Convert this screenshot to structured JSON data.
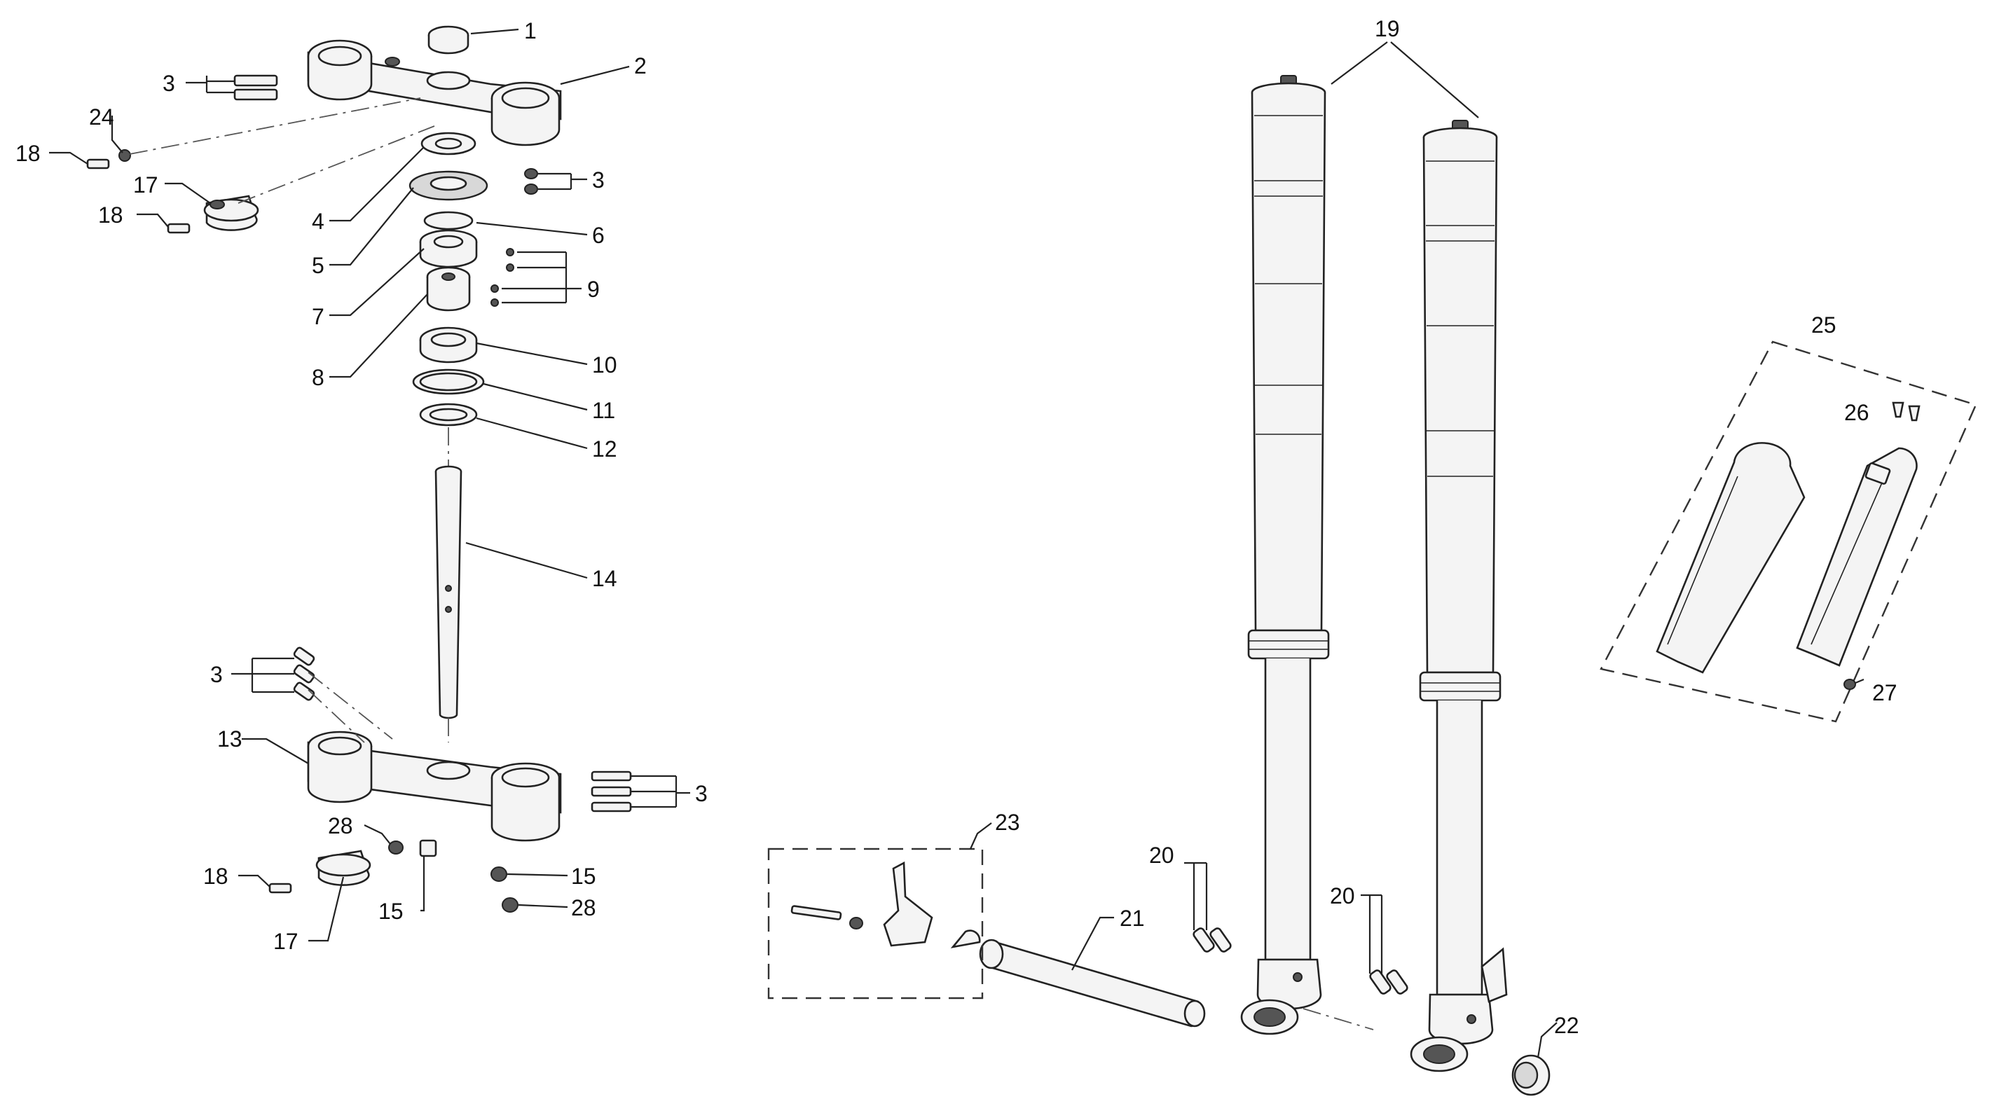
{
  "diagram": {
    "callouts": [
      {
        "label": "1"
      },
      {
        "label": "2"
      },
      {
        "label": "3"
      },
      {
        "label": "3"
      },
      {
        "label": "24"
      },
      {
        "label": "18"
      },
      {
        "label": "17"
      },
      {
        "label": "18"
      },
      {
        "label": "4"
      },
      {
        "label": "5"
      },
      {
        "label": "6"
      },
      {
        "label": "7"
      },
      {
        "label": "9"
      },
      {
        "label": "8"
      },
      {
        "label": "10"
      },
      {
        "label": "11"
      },
      {
        "label": "12"
      },
      {
        "label": "14"
      },
      {
        "label": "3"
      },
      {
        "label": "13"
      },
      {
        "label": "3"
      },
      {
        "label": "28"
      },
      {
        "label": "15"
      },
      {
        "label": "18"
      },
      {
        "label": "15"
      },
      {
        "label": "28"
      },
      {
        "label": "17"
      },
      {
        "label": "23"
      },
      {
        "label": "21"
      },
      {
        "label": "19"
      },
      {
        "label": "20"
      },
      {
        "label": "20"
      },
      {
        "label": "22"
      },
      {
        "label": "25"
      },
      {
        "label": "26"
      },
      {
        "label": "27"
      }
    ]
  }
}
